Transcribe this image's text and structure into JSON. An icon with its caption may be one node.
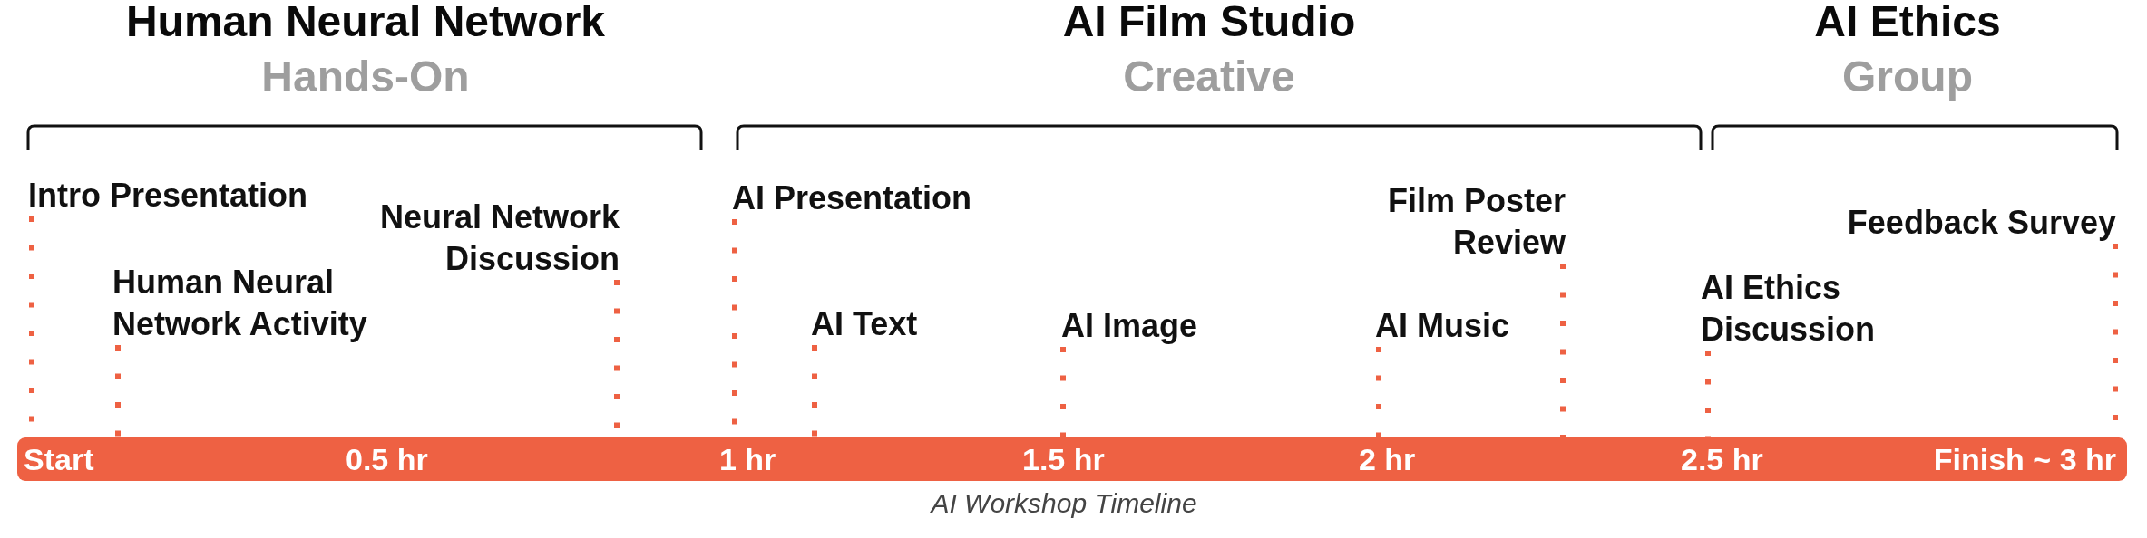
{
  "diagram": {
    "caption": "AI Workshop Timeline",
    "nodes": [
      {
        "text": [
          "Intro Presentation"
        ]
      },
      {
        "text": [
          "Human Neural Network Activity"
        ]
      },
      {
        "text": [
          "Neural Network Discussion"
        ]
      },
      {
        "text": [
          "AI Presentation"
        ]
      },
      {
        "text": [
          "AI Text"
        ]
      },
      {
        "text": [
          "AI Image"
        ]
      },
      {
        "text": [
          "AI Music"
        ]
      },
      {
        "text": [
          "Film Poster Review"
        ]
      },
      {
        "text": [
          "AI Ethics Discussion"
        ]
      },
      {
        "text": [
          "Feedback Survey"
        ]
      },
      {
        "text": [
          "Start",
          "0.5 hr",
          "1 hr",
          "1.5 hr",
          "2 hr",
          "2.5 hr",
          "Finish ~ 3 hr"
        ]
      }
    ],
    "edges": [
      {
        "from": 0,
        "to": 10,
        "arrow": "none",
        "style": "dashed"
      },
      {
        "from": 1,
        "to": 10,
        "arrow": "none",
        "style": "dashed"
      },
      {
        "from": 2,
        "to": 10,
        "arrow": "none",
        "style": "dashed"
      },
      {
        "from": 3,
        "to": 10,
        "arrow": "none",
        "style": "dashed"
      },
      {
        "from": 4,
        "to": 10,
        "arrow": "none",
        "style": "dashed"
      },
      {
        "from": 5,
        "to": 10,
        "arrow": "none",
        "style": "dashed"
      },
      {
        "from": 6,
        "to": 10,
        "arrow": "none",
        "style": "dashed"
      },
      {
        "from": 7,
        "to": 10,
        "arrow": "none",
        "style": "dashed"
      },
      {
        "from": 8,
        "to": 10,
        "arrow": "none",
        "style": "dashed"
      },
      {
        "from": 9,
        "to": 10,
        "arrow": "none",
        "style": "dashed"
      }
    ],
    "labels": [
      "Human Neural Network",
      "Hands-On",
      "AI Film Studio",
      "Creative",
      "AI Ethics",
      "Group"
    ]
  }
}
